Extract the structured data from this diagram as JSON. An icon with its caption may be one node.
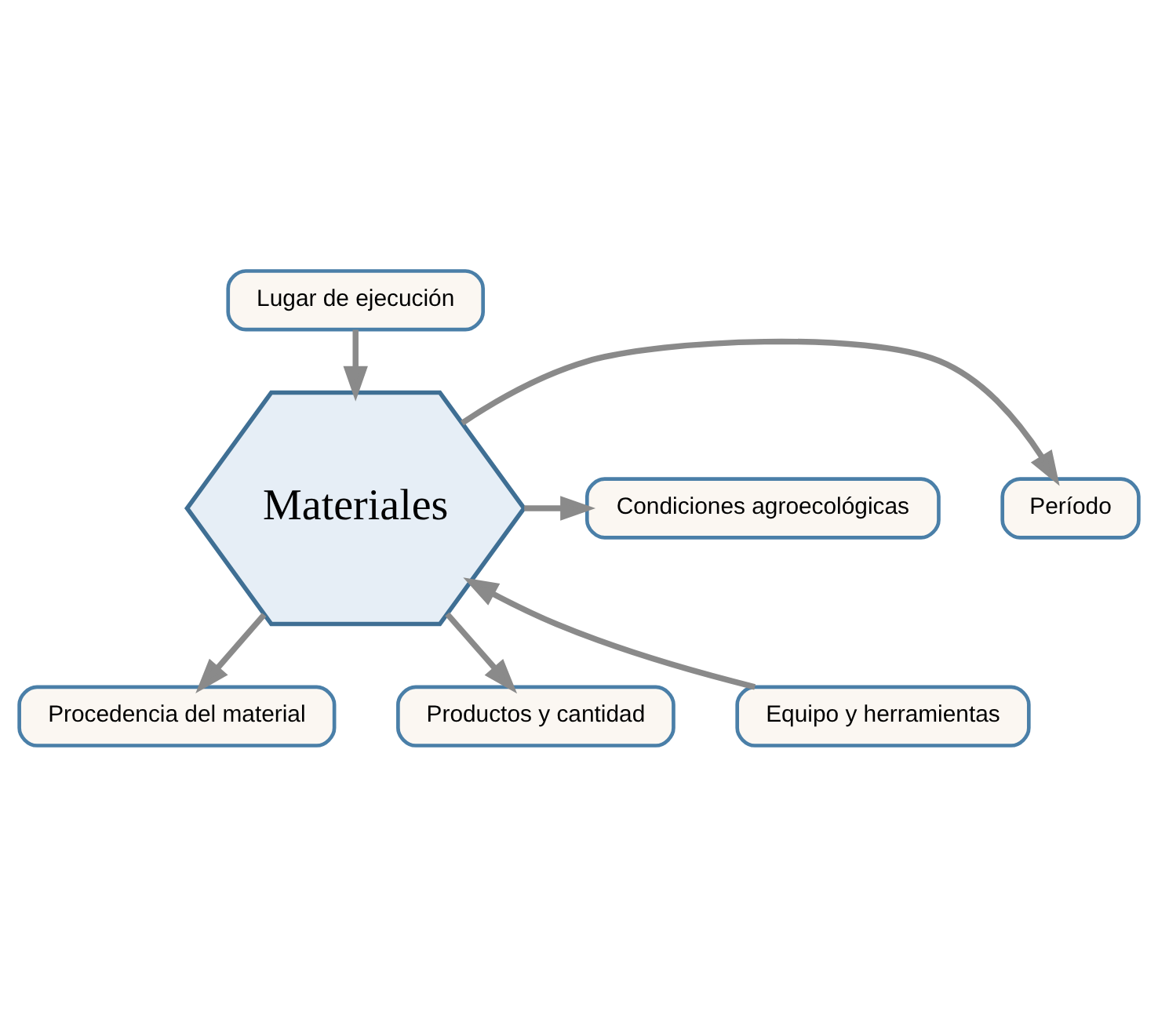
{
  "diagram": {
    "nodes": [
      {
        "text": [
          "Lugar de ejecución"
        ]
      },
      {
        "text": [
          "Período"
        ]
      },
      {
        "text": [
          "Condiciones agroecológicas"
        ]
      },
      {
        "text": [
          "Materiales"
        ]
      },
      {
        "text": [
          "Procedencia del material"
        ]
      },
      {
        "text": [
          "Productos y cantidad"
        ]
      },
      {
        "text": [
          "Equipo y herramientas"
        ]
      }
    ],
    "edges": [
      {
        "from": 0,
        "to": 3,
        "arrow": "to"
      },
      {
        "from": 3,
        "to": 1,
        "arrow": "to"
      },
      {
        "from": 3,
        "to": 2,
        "arrow": "to"
      },
      {
        "from": 3,
        "to": 4,
        "arrow": "to"
      },
      {
        "from": 3,
        "to": 5,
        "arrow": "to"
      },
      {
        "from": 6,
        "to": 3,
        "arrow": "to"
      }
    ]
  }
}
